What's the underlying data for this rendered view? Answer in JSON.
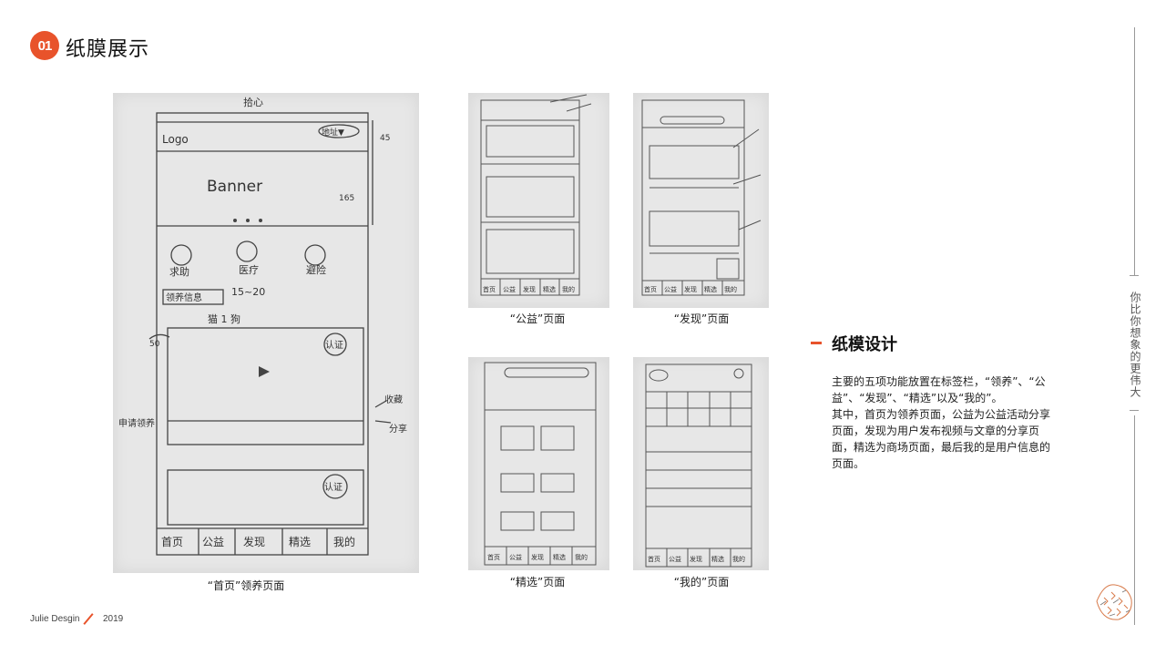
{
  "header": {
    "badge_text": "01",
    "title": "纸膜展示"
  },
  "sketches": {
    "home": {
      "caption": "“首页”领养页面",
      "top_note": "拾心",
      "logo": "Logo",
      "location": "地址▼",
      "banner": "Banner",
      "banner_size": "165",
      "header_size": "45",
      "dots": "• • •",
      "cat1": "求助",
      "cat2": "医疗",
      "cat3": "避险",
      "adopt_btn": "领养信息",
      "adopt_num": "15~20",
      "filter": "猫  1  狗",
      "verify1": "认证",
      "verify2": "认证",
      "collect": "收藏",
      "share": "分享",
      "apply": "申请领养",
      "margin": "50",
      "tabs": [
        "首页",
        "公益",
        "发现",
        "精选",
        "我的"
      ]
    },
    "charity": {
      "caption": "“公益”页面",
      "tabs": [
        "首页",
        "公益",
        "发现",
        "精选",
        "我的"
      ]
    },
    "discover": {
      "caption": "“发现”页面",
      "tabs": [
        "首页",
        "公益",
        "发现",
        "精选",
        "我的"
      ]
    },
    "selected": {
      "caption": "“精选”页面",
      "tabs": [
        "首页",
        "公益",
        "发现",
        "精选",
        "我的"
      ]
    },
    "mine": {
      "caption": "“我的”页面",
      "tabs": [
        "首页",
        "公益",
        "发现",
        "精选",
        "我的"
      ]
    }
  },
  "sidebar": {
    "slogan_a": "你比你想象的",
    "slogan_b": "更伟大"
  },
  "section": {
    "title": "纸模设计",
    "para1": "主要的五项功能放置在标签栏，“领养”、“公益”、“发现”、“精选”以及“我的”。",
    "para2": "其中，首页为领养页面，公益为公益活动分享页面，发现为用户发布视频与文章的分享页面，精选为商场页面，最后我的是用户信息的页面。"
  },
  "footer": {
    "author": "Julie Desgin",
    "year": "2019"
  },
  "colors": {
    "accent": "#e8532b",
    "paper": "#e7e7e7",
    "pencil": "#444444"
  }
}
